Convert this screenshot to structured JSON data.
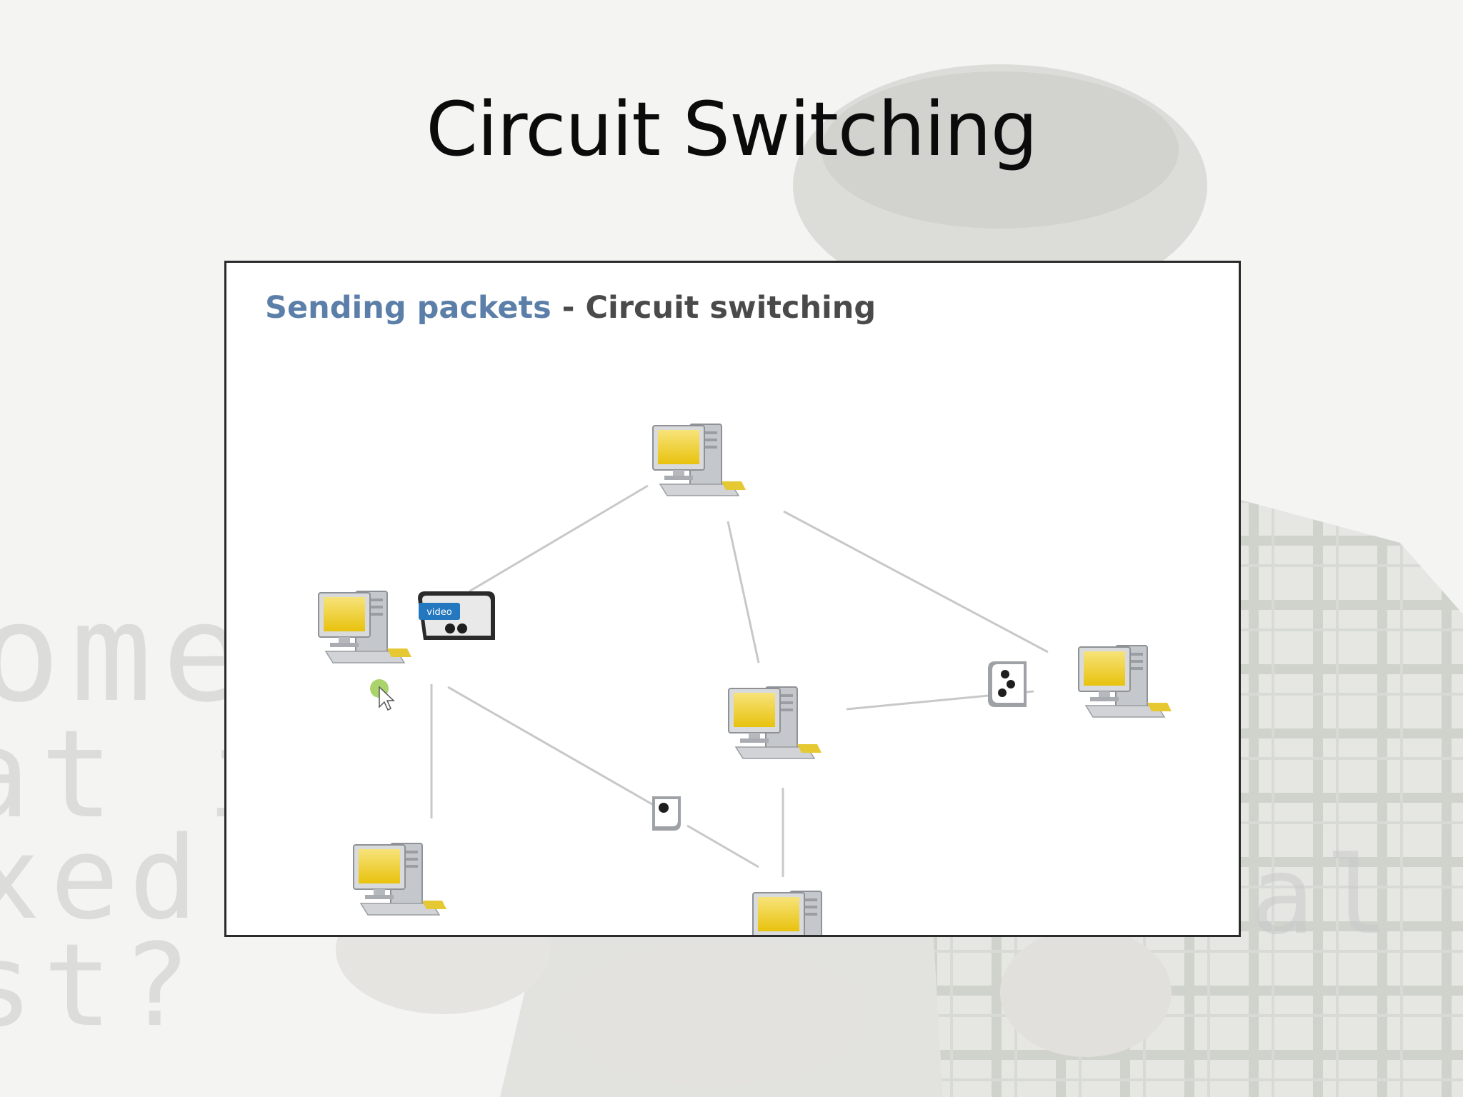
{
  "slide": {
    "title": "Circuit Switching"
  },
  "frame": {
    "title_accent": "Sending packets",
    "title_rest": "- Circuit switching",
    "packet_label": "video"
  },
  "background": {
    "text_lines": [
      "ome",
      "at i",
      "xed,",
      "st?"
    ],
    "text_right": "al"
  },
  "colors": {
    "accent": "#5b7fa8",
    "link": "#c8c8c8",
    "screen": "#f2d21a",
    "tower": "#b9bcc0"
  },
  "icons": {
    "computer": "desktop-computer-icon",
    "switch": "network-switch-icon",
    "cursor": "pointer-cursor-icon"
  }
}
